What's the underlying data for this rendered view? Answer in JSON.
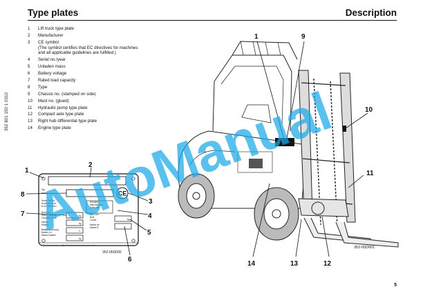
{
  "header": {
    "title": "Type plates",
    "section": "Description"
  },
  "side_code": "352 801 150 1 0310",
  "legend": [
    {
      "num": "1",
      "text": "Lift truck type plate"
    },
    {
      "num": "2",
      "text": "Manufacturer"
    },
    {
      "num": "3",
      "text": "CE symbol",
      "sub": [
        "(The symbol certifies that EC directives for machines",
        "and all applicable guidelines are fulfilled.)"
      ]
    },
    {
      "num": "4",
      "text": "Serial no./year"
    },
    {
      "num": "5",
      "text": "Unladen mass"
    },
    {
      "num": "6",
      "text": "Battery voltage"
    },
    {
      "num": "7",
      "text": "Rated load capacity"
    },
    {
      "num": "8",
      "text": "Type"
    },
    {
      "num": "9",
      "text": "Chassis no. (stamped on side)"
    },
    {
      "num": "10",
      "text": "Mast no. (glued)"
    },
    {
      "num": "11",
      "text": "Hydraulic pump type plate"
    },
    {
      "num": "12",
      "text": "Compact axle type plate"
    },
    {
      "num": "13",
      "text": "Right hub differential type plate"
    },
    {
      "num": "14",
      "text": "Engine type plate"
    }
  ],
  "plate_figure": {
    "callouts": [
      "1",
      "2",
      "3",
      "4",
      "5",
      "6",
      "7",
      "8"
    ],
    "fields_left": [
      "Typ",
      "Model",
      "Serien Nr./Ba",
      "Serial no./Year",
      "N.de Serie/Ann",
      "Nennlast",
      "Rated capacity",
      "Capacité nomin",
      "Masse",
      "Weight",
      "Batteriespannung",
      "Battery Vo",
      "Masse batterie"
    ],
    "fields_right": [
      "Hersteller",
      "Manufacturer",
      "Fabricant",
      "Bau Jahr",
      "Built",
      "Constr.",
      "Masse de",
      "Masse B"
    ],
    "units": [
      "kg",
      "kg",
      "kg",
      "V",
      "kg"
    ],
    "ce_mark": "CE",
    "footer_line": "Pa. Gerätenummer s. Typ: Serialnummer / serial number voir ...",
    "figure_code": "352-05D000"
  },
  "truck_figure": {
    "callouts": [
      "1",
      "9",
      "10",
      "11",
      "12",
      "13",
      "14"
    ],
    "figure_code": "352-05D001"
  },
  "watermark": "AutoManual",
  "page_number": "5"
}
